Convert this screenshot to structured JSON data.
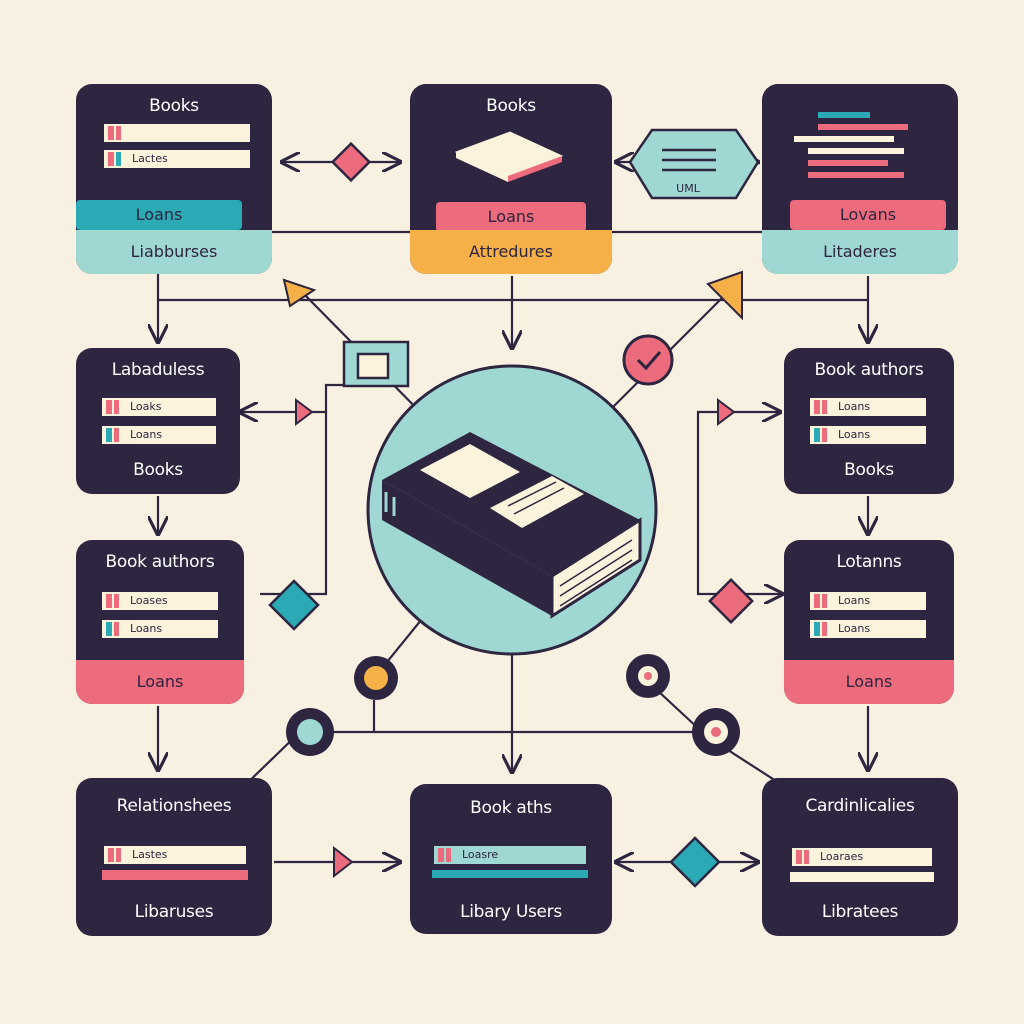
{
  "colors": {
    "background": "#f8f1e2",
    "node": "#2e2540",
    "pink": "#ec6b7d",
    "teal": "#9fd8d2",
    "teal_dark": "#2ba9b4",
    "orange": "#f5b048",
    "cream": "#fbf3dc"
  },
  "nodes": {
    "top_left": {
      "title": "Books",
      "bar2": "Lactes",
      "band1": "Loans",
      "band2": "Liabburses"
    },
    "top_center": {
      "title": "Books",
      "band1": "Loans",
      "band2": "Attredures"
    },
    "top_right": {
      "band1": "Lovans",
      "band2": "Litaderes"
    },
    "mid_left": {
      "title": "Labaduless",
      "bar1": "Loaks",
      "bar2": "Loans",
      "foot": "Books"
    },
    "mid_right": {
      "title": "Book authors",
      "bar1": "Loans",
      "bar2": "Loans",
      "foot": "Books"
    },
    "lower_left": {
      "title": "Book authors",
      "bar1": "Loases",
      "bar2": "Loans",
      "band": "Loans"
    },
    "lower_right": {
      "title": "Lotanns",
      "bar1": "Loans",
      "bar2": "Loans",
      "band": "Loans"
    },
    "bottom_left": {
      "title": "Relationshees",
      "bar1": "Lastes",
      "foot": "Libaruses"
    },
    "bottom_center": {
      "title": "Book aths",
      "bar1": "Loasre",
      "foot": "Libary Users"
    },
    "bottom_right": {
      "title": "Cardinlicalies",
      "bar1": "Loaraes",
      "foot": "Libratees"
    }
  },
  "uml_label": "UML",
  "icons": [
    "book-icon",
    "checkmark-icon",
    "diamond-icon",
    "circle-node-icon",
    "arrow-icon"
  ]
}
